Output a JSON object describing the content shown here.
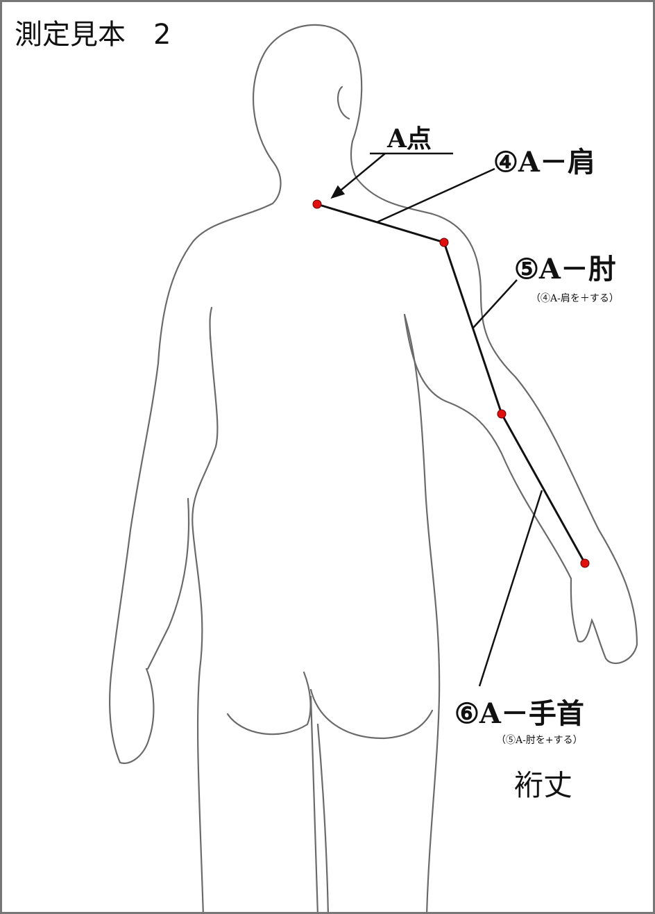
{
  "title": "測定見本　2",
  "labels": {
    "a_point": "A点",
    "a_shoulder": "④A－肩",
    "a_elbow": "⑤A－肘",
    "a_elbow_note": "（④A-肩を＋する）",
    "a_wrist": "⑥A－手首",
    "a_wrist_note": "（⑤A-肘を+する）",
    "measurement_name": "裄丈"
  },
  "colors": {
    "point": "#e01010",
    "line": "#111111",
    "outline": "#666666"
  }
}
